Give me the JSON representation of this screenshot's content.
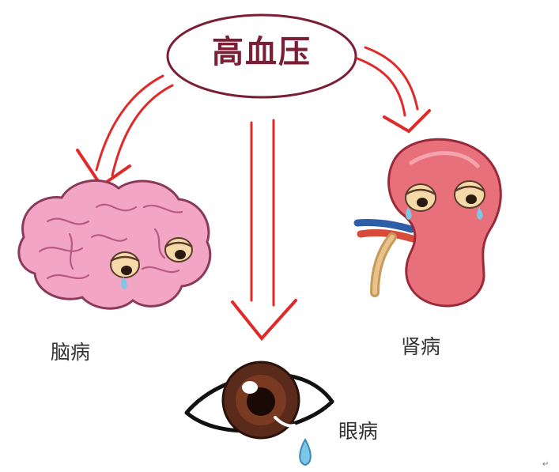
{
  "diagram": {
    "center_label": "高血压",
    "nodes": [
      {
        "label": "脑病",
        "icon": "brain-icon"
      },
      {
        "label": "肾病",
        "icon": "kidney-icon"
      },
      {
        "label": "眼病",
        "icon": "eye-icon"
      }
    ],
    "trailing_mark": "↵"
  },
  "colors": {
    "arrow": "#e02a2a",
    "ellipse_stroke": "#7a1f35",
    "title": "#7a1f35",
    "brain": "#f2a6c4",
    "kidney": "#e8707a",
    "iris": "#5a2a1a",
    "tear": "#7cc6e6"
  }
}
